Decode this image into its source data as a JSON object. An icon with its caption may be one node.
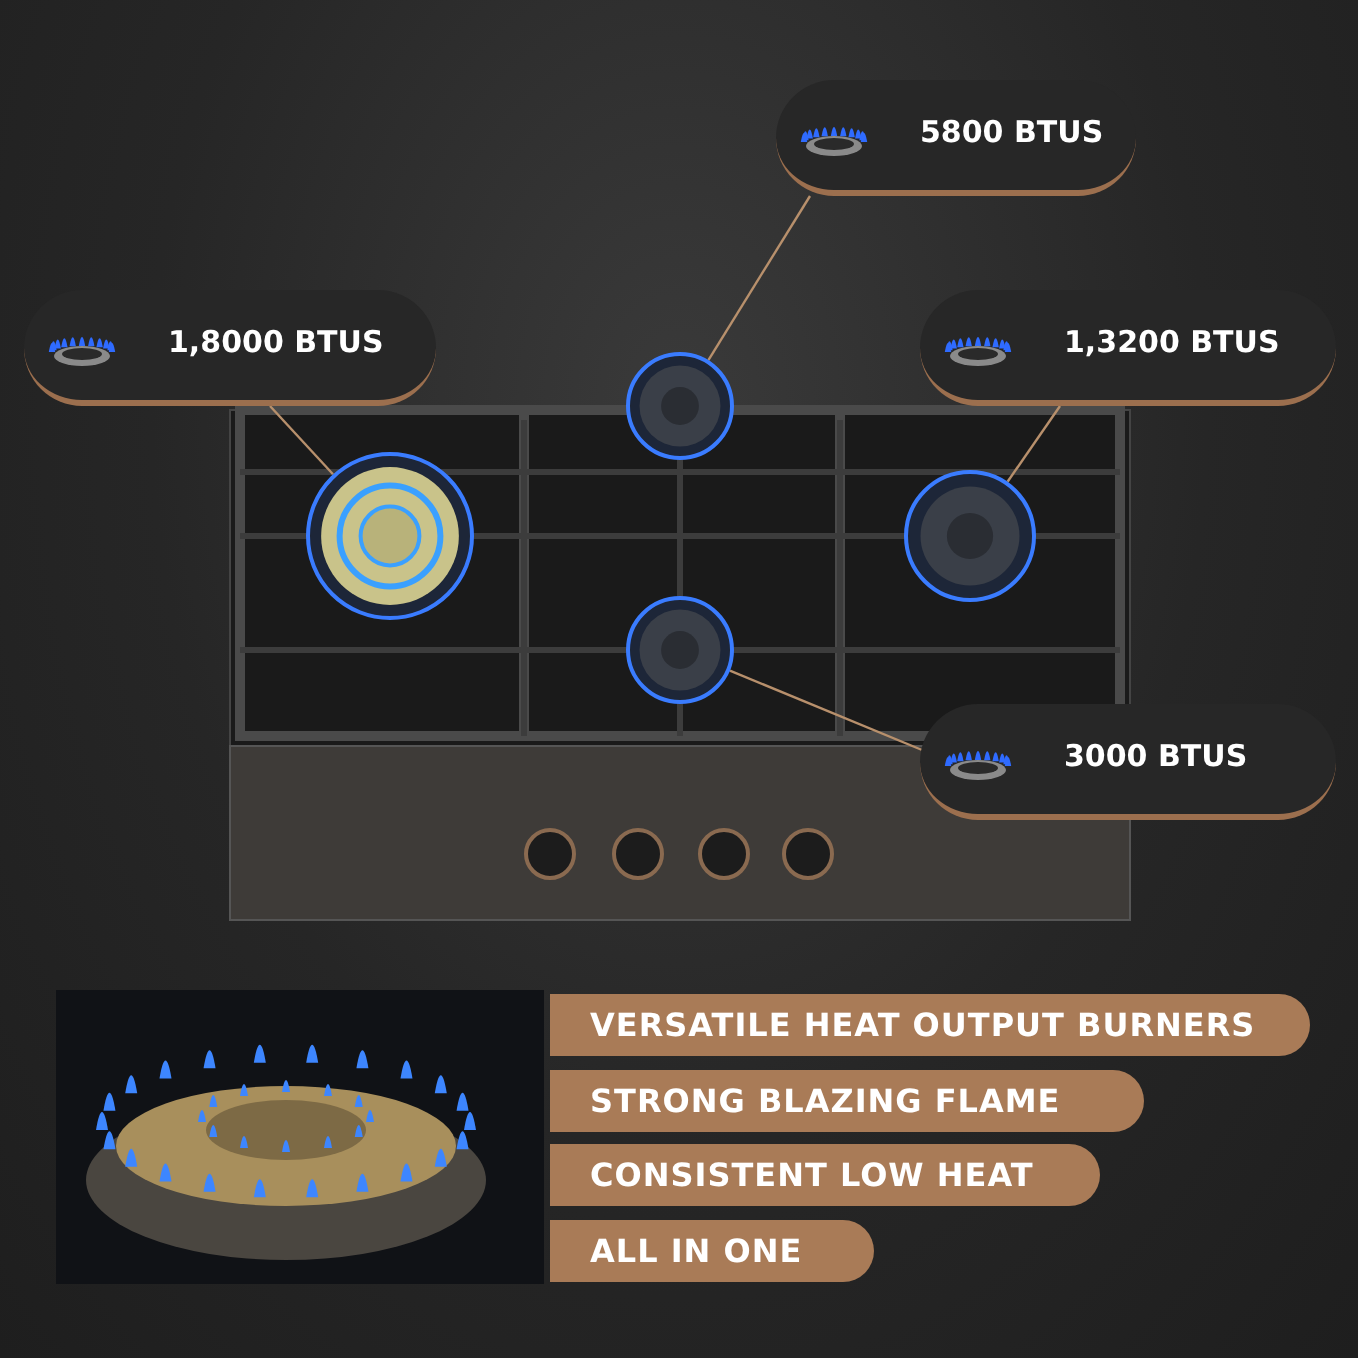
{
  "diagram": {
    "nodes": [
      {
        "text": [
          "5800 BTUS"
        ]
      },
      {
        "text": [
          "1,8000 BTUS"
        ]
      },
      {
        "text": [
          "1,3200 BTUS"
        ]
      },
      {
        "text": [
          "3000 BTUS"
        ]
      },
      {
        "text": [],
        "shape": "circle"
      },
      {
        "text": [],
        "shape": "circle"
      },
      {
        "text": [],
        "shape": "circle"
      },
      {
        "text": [],
        "shape": "circle"
      }
    ],
    "edges": [
      {
        "from": 0,
        "to": 5,
        "arrow": "none"
      },
      {
        "from": 1,
        "to": 4,
        "arrow": "none"
      },
      {
        "from": 2,
        "to": 7,
        "arrow": "none"
      },
      {
        "from": 3,
        "to": 6,
        "arrow": "none"
      }
    ],
    "labels": [
      "VERSATILE HEAT OUTPUT BURNERS",
      "STRONG BLAZING FLAME",
      "CONSISTENT LOW HEAT",
      "ALL IN ONE"
    ]
  }
}
